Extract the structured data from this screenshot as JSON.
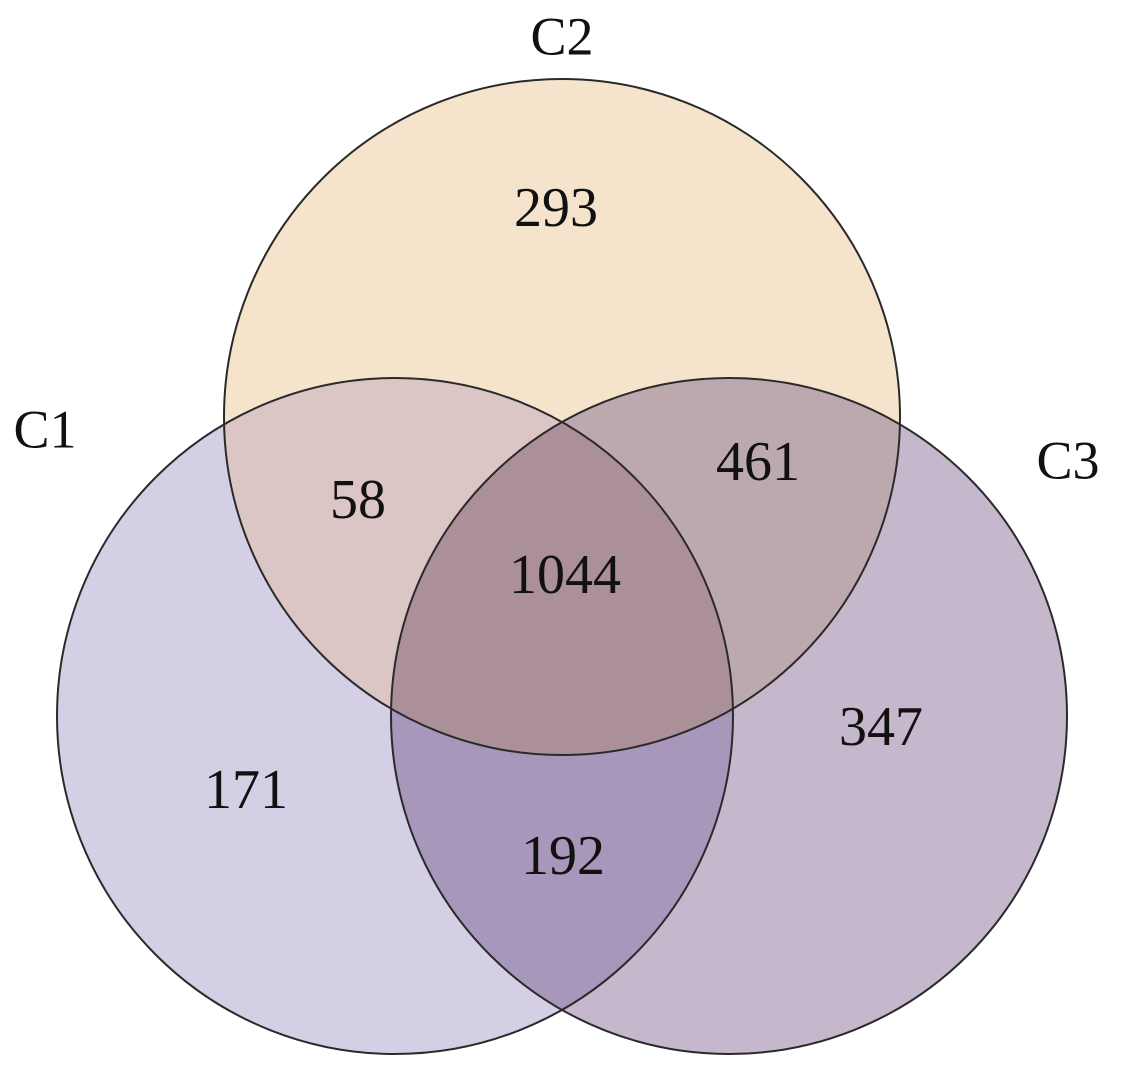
{
  "sets": [
    {
      "id": "C1",
      "label": "C1",
      "color": "#d5cfe6"
    },
    {
      "id": "C2",
      "label": "C2",
      "color": "#f6e3cc"
    },
    {
      "id": "C3",
      "label": "C3",
      "color": "#c6b8cc"
    }
  ],
  "regions": {
    "c1_only": "171",
    "c2_only": "293",
    "c3_only": "347",
    "c1_c2": "58",
    "c2_c3": "461",
    "c1_c3": "192",
    "c1_c2_c3": "1044"
  },
  "region_colors": {
    "c1_c2": "#dbc6c5",
    "c2_c3": "#bca9ae",
    "c1_c3": "#a697bb",
    "c1_c2_c3": "#ab9099"
  }
}
